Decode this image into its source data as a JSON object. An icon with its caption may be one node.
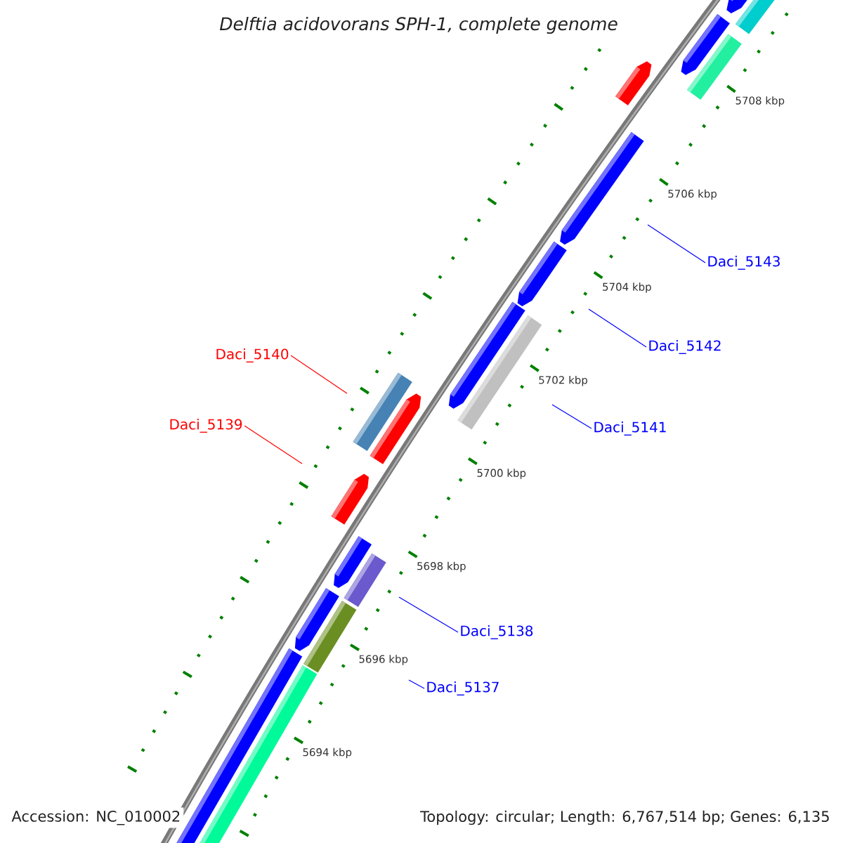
{
  "diagram": {
    "title": "*Delftia acidovorans* SPH-1, complete genome",
    "nodes": [
      {
        "text": [
          "Daci_5143"
        ]
      },
      {
        "text": [
          "Daci_5142"
        ]
      },
      {
        "text": [
          "Daci_5140"
        ]
      },
      {
        "text": [
          "Daci_5139"
        ]
      },
      {
        "text": [
          "Daci_5141"
        ]
      },
      {
        "text": [
          "Daci_5138"
        ]
      },
      {
        "text": [
          "Daci_5137"
        ]
      }
    ],
    "edges": [
      {
        "from": 0,
        "to": null,
        "arrow": "none"
      },
      {
        "from": 1,
        "to": null,
        "arrow": "none"
      },
      {
        "from": 2,
        "to": null,
        "arrow": "none",
        "color": "#ff0000"
      },
      {
        "from": 3,
        "to": null,
        "arrow": "none",
        "color": "#ff0000"
      },
      {
        "from": 4,
        "to": null,
        "arrow": "none"
      },
      {
        "from": 5,
        "to": null,
        "arrow": "none"
      },
      {
        "from": 6,
        "to": null,
        "arrow": "none"
      }
    ],
    "labels": [
      "5708 kbp",
      "5706 kbp",
      "5704 kbp",
      "5702 kbp",
      "5700 kbp",
      "5698 kbp",
      "5696 kbp",
      "5694 kbp",
      "Accession: NC_010002",
      "Topology: circular; Length: 6,767,514 bp; Genes: 6,135"
    ]
  }
}
